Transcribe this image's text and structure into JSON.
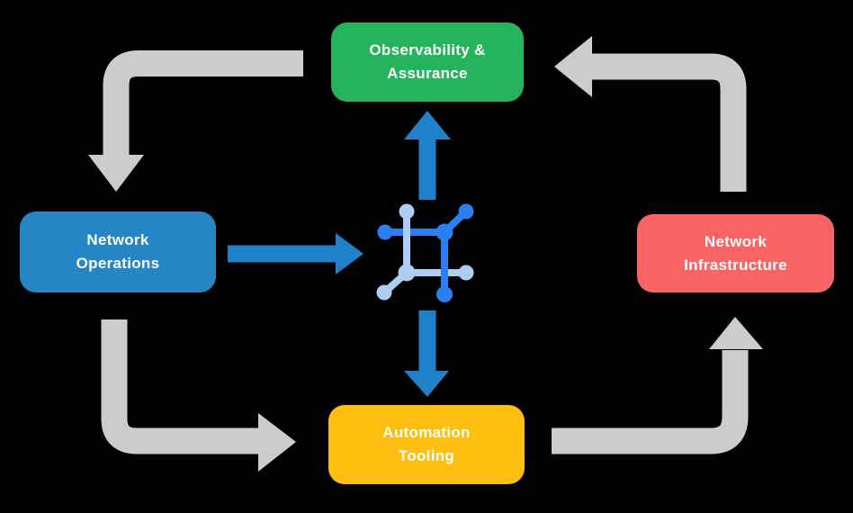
{
  "colors": {
    "background": "#000000",
    "node_green": "#25B35B",
    "node_blue": "#2585C5",
    "node_red": "#F96565",
    "node_yellow": "#FEBF10",
    "arrow_gray": "#CCCCCC",
    "arrow_blue": "#1F81C9",
    "icon_dark_blue": "#2A80F2",
    "icon_light_blue": "#AECDF5",
    "label_text": "#FFFFFF"
  },
  "diagram": {
    "type": "cycle-flow-diagram",
    "nodes": {
      "observability": {
        "label": "Observability &\nAssurance",
        "color": "#25B35B"
      },
      "operations": {
        "label": "Network\nOperations",
        "color": "#2585C5"
      },
      "infrastructure": {
        "label": "Network\nInfrastructure",
        "color": "#F96565"
      },
      "automation": {
        "label": "Automation\nTooling",
        "color": "#FEBF10"
      }
    },
    "center_icon": "network-fabric-icon",
    "flows": [
      {
        "from": "observability",
        "to": "operations",
        "style": "gray-elbow"
      },
      {
        "from": "infrastructure",
        "to": "observability",
        "style": "gray-elbow"
      },
      {
        "from": "operations",
        "to": "automation",
        "style": "gray-elbow"
      },
      {
        "from": "automation",
        "to": "infrastructure",
        "style": "gray-elbow"
      },
      {
        "from": "operations",
        "to": "center-icon",
        "style": "blue-straight"
      },
      {
        "from": "center-icon",
        "to": "observability",
        "style": "blue-straight"
      },
      {
        "from": "center-icon",
        "to": "automation",
        "style": "blue-straight"
      }
    ]
  }
}
